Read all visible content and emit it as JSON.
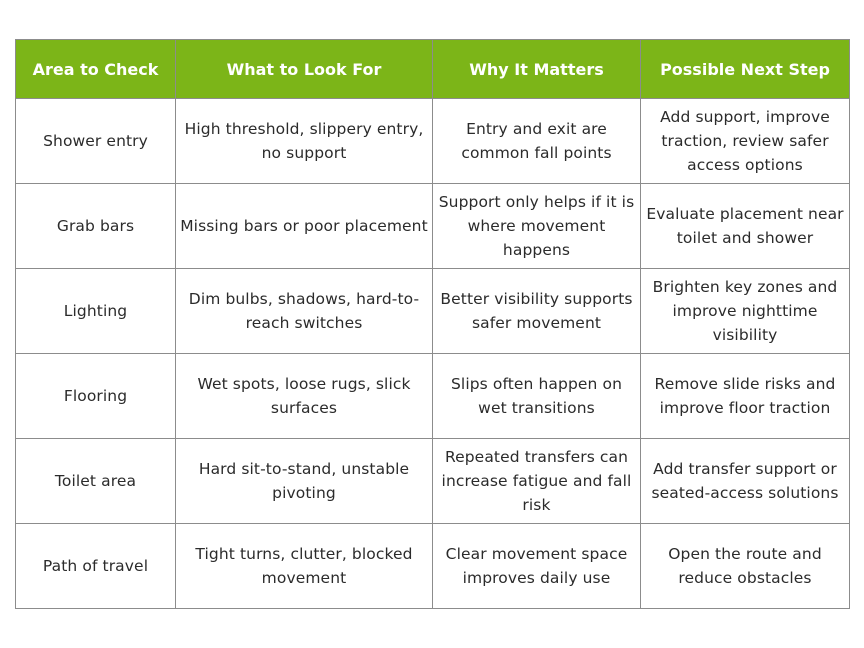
{
  "table": {
    "headers": [
      "Area to Check",
      "What to Look For",
      "Why It Matters",
      "Possible Next Step"
    ],
    "rows": [
      [
        "Shower entry",
        "High threshold, slippery entry, no support",
        "Entry and exit are common fall points",
        "Add support, improve traction, review safer access options"
      ],
      [
        "Grab bars",
        "Missing bars or poor placement",
        "Support only helps if it is where movement happens",
        "Evaluate placement near toilet and shower"
      ],
      [
        "Lighting",
        "Dim bulbs, shadows, hard-to-reach switches",
        "Better visibility supports safer movement",
        "Brighten key zones and improve nighttime visibility"
      ],
      [
        "Flooring",
        "Wet spots, loose rugs, slick surfaces",
        "Slips often happen on wet transitions",
        "Remove slide risks and improve floor traction"
      ],
      [
        "Toilet area",
        "Hard sit-to-stand, unstable pivoting",
        "Repeated transfers can increase fatigue and fall risk",
        "Add transfer support or seated-access solutions"
      ],
      [
        "Path of travel",
        "Tight turns, clutter, blocked movement",
        "Clear movement space improves daily use",
        "Open the route and reduce obstacles"
      ]
    ],
    "colors": {
      "header_bg": "#7cb518",
      "header_text": "#ffffff",
      "border": "#8c8c8c",
      "body_text": "#2b2b2b"
    }
  }
}
